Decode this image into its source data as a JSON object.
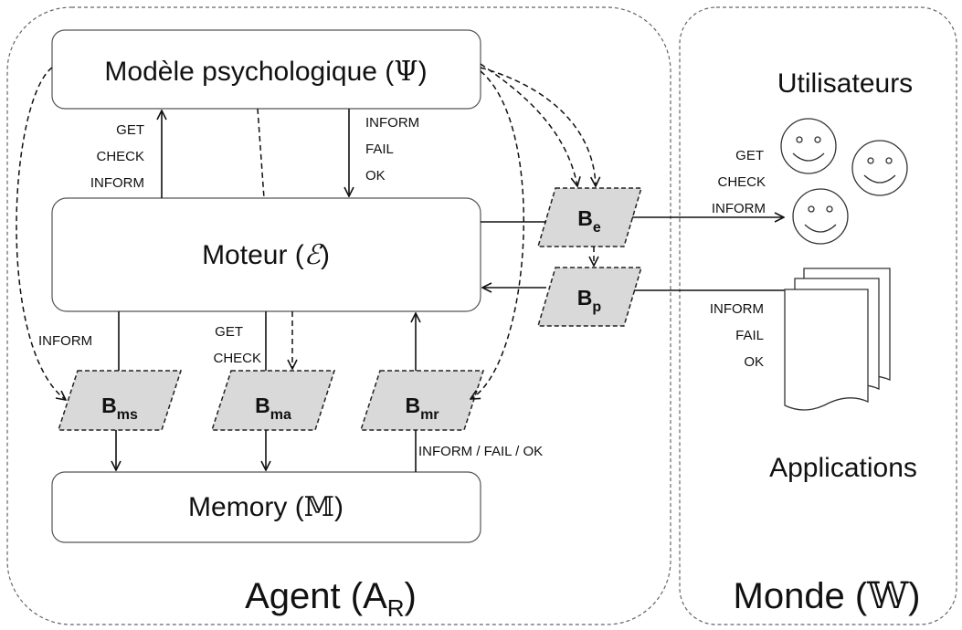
{
  "agent": {
    "title_prefix": "Agent (A",
    "title_sub": "R",
    "title_suffix": ")"
  },
  "world": {
    "title_prefix": "Monde (",
    "title_symbol": "𝕎",
    "title_suffix": ")",
    "users_label": "Utilisateurs",
    "apps_label": "Applications"
  },
  "psych": {
    "prefix": "Modèle psychologique (",
    "symbol": "Ψ",
    "suffix": ")"
  },
  "engine": {
    "prefix": "Moteur (",
    "symbol": "ℰ",
    "suffix": ")"
  },
  "memory": {
    "prefix": "Memory (",
    "symbol": "𝕄",
    "suffix": ")"
  },
  "buffers": {
    "letter": "B",
    "ms": "ms",
    "ma": "ma",
    "mr": "mr",
    "e": "e",
    "p": "p"
  },
  "messages": {
    "get": "GET",
    "check": "CHECK",
    "inform": "INFORM",
    "fail": "FAIL",
    "ok": "OK",
    "inform_fail_ok": "INFORM / FAIL / OK"
  }
}
